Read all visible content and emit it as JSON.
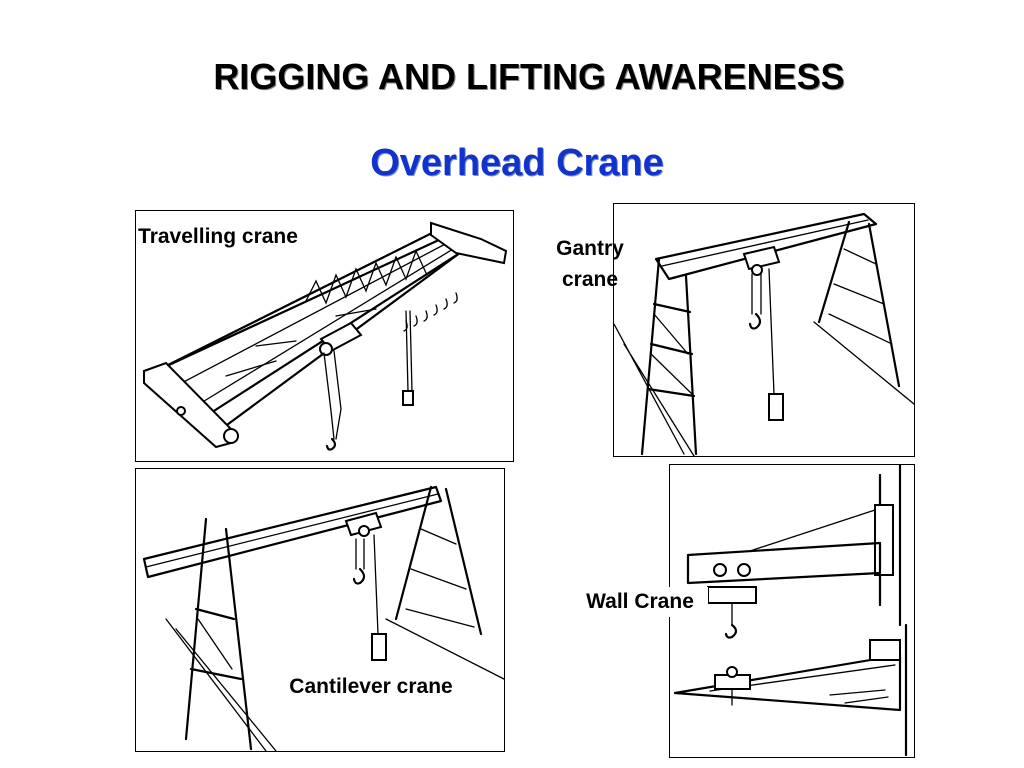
{
  "slide": {
    "title": "RIGGING AND LIFTING AWARENESS",
    "subtitle": "Overhead Crane",
    "subtitle_color": "#1133cc"
  },
  "figures": [
    {
      "id": "travelling",
      "label": "Travelling crane",
      "icon": "travelling-crane-illustration"
    },
    {
      "id": "gantry",
      "label_line1": "Gantry",
      "label_line2": "crane",
      "icon": "gantry-crane-illustration"
    },
    {
      "id": "cantilever",
      "label": "Cantilever crane",
      "icon": "cantilever-crane-illustration"
    },
    {
      "id": "wall",
      "label": "Wall Crane",
      "icon": "wall-crane-illustration"
    }
  ]
}
